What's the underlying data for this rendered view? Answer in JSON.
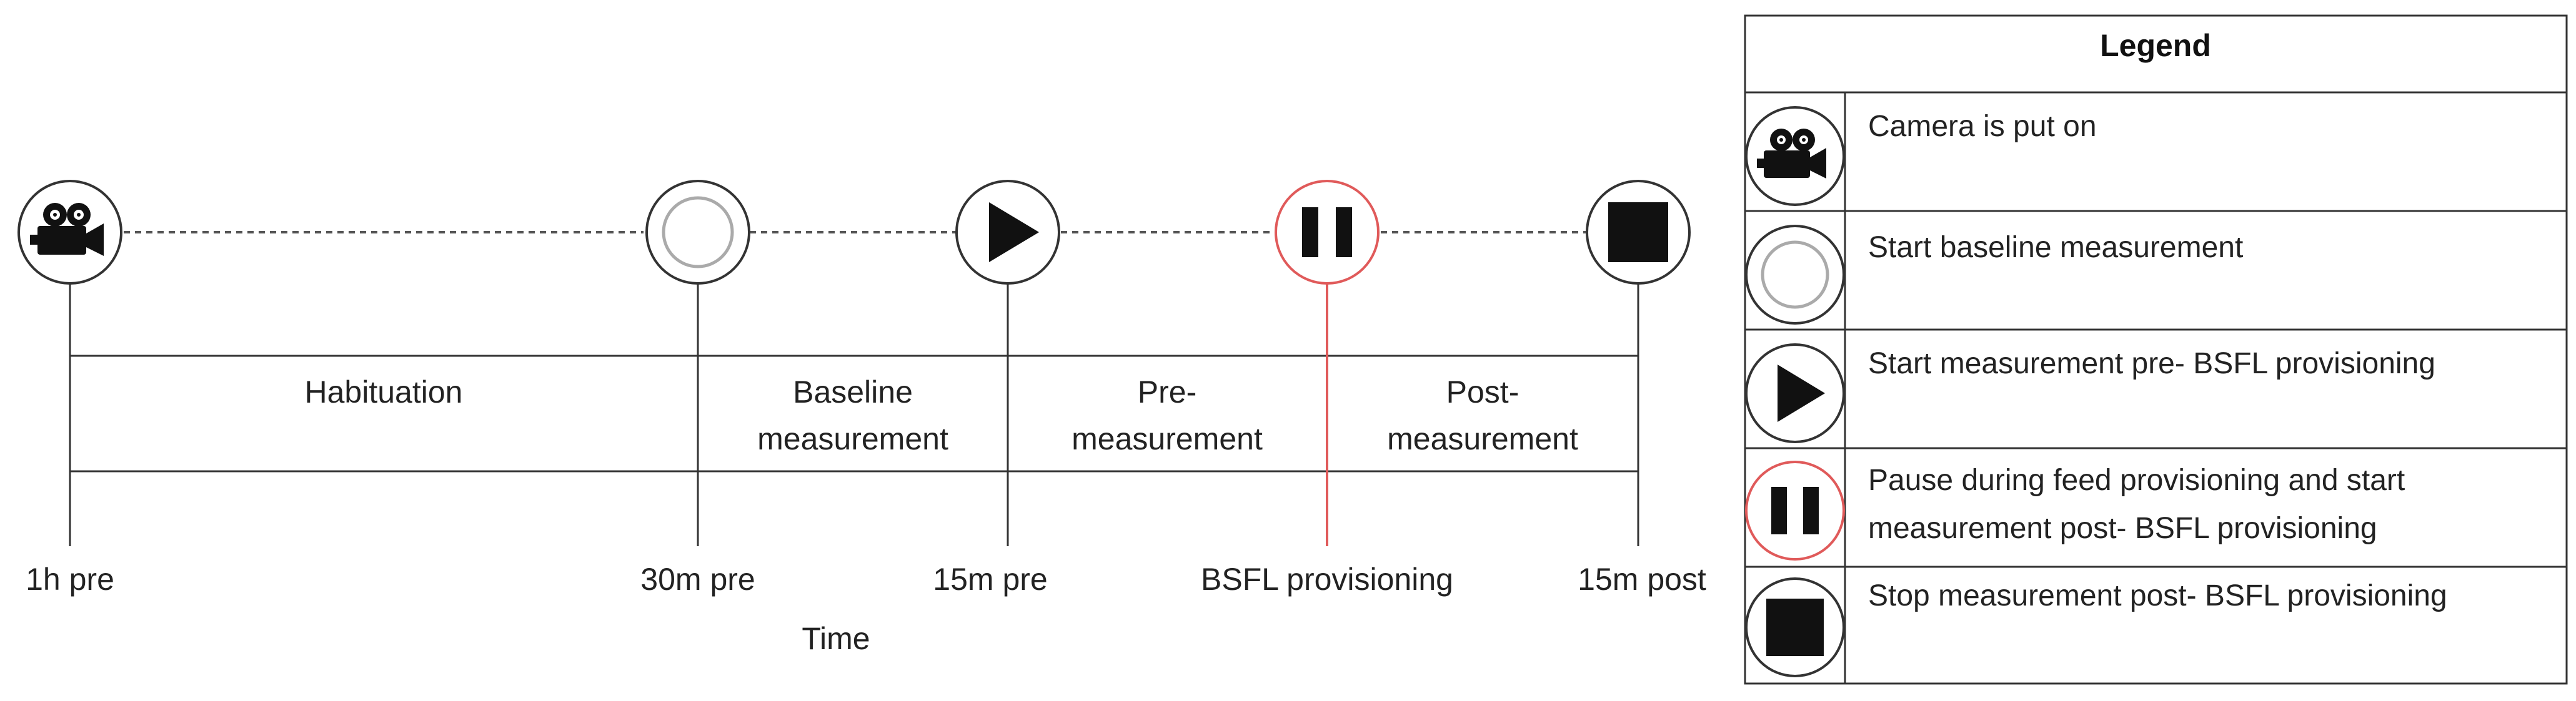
{
  "timeline": {
    "events": [
      {
        "id": "camera",
        "icon": "camera-icon",
        "time_label": "1h pre"
      },
      {
        "id": "baseline",
        "icon": "baseline-circle-icon",
        "time_label": "30m pre"
      },
      {
        "id": "pre",
        "icon": "play-icon",
        "time_label": "15m pre"
      },
      {
        "id": "pause",
        "icon": "pause-icon",
        "time_label": "BSFL provisioning",
        "accent": "#e05a5a"
      },
      {
        "id": "stop",
        "icon": "stop-icon",
        "time_label": "15m post"
      }
    ],
    "phases": [
      {
        "lines": [
          "Habituation"
        ]
      },
      {
        "lines": [
          "Baseline",
          "measurement"
        ]
      },
      {
        "lines": [
          "Pre-",
          "measurement"
        ]
      },
      {
        "lines": [
          "Post-",
          "measurement"
        ]
      }
    ],
    "axis_label": "Time"
  },
  "legend": {
    "title": "Legend",
    "items": [
      {
        "icon": "camera-icon",
        "lines": [
          "Camera is put on"
        ]
      },
      {
        "icon": "baseline-circle-icon",
        "lines": [
          "Start baseline measurement"
        ]
      },
      {
        "icon": "play-icon",
        "lines": [
          "Start measurement pre- BSFL provisioning"
        ]
      },
      {
        "icon": "pause-icon",
        "lines": [
          "Pause during feed provisioning and start",
          "measurement post- BSFL provisioning"
        ]
      },
      {
        "icon": "stop-icon",
        "lines": [
          "Stop measurement post- BSFL provisioning"
        ]
      }
    ]
  },
  "colors": {
    "line": "#333333",
    "accent_red": "#e05a5a",
    "baseline_ring": "#aaaaaa",
    "icon_fill": "#111111"
  }
}
